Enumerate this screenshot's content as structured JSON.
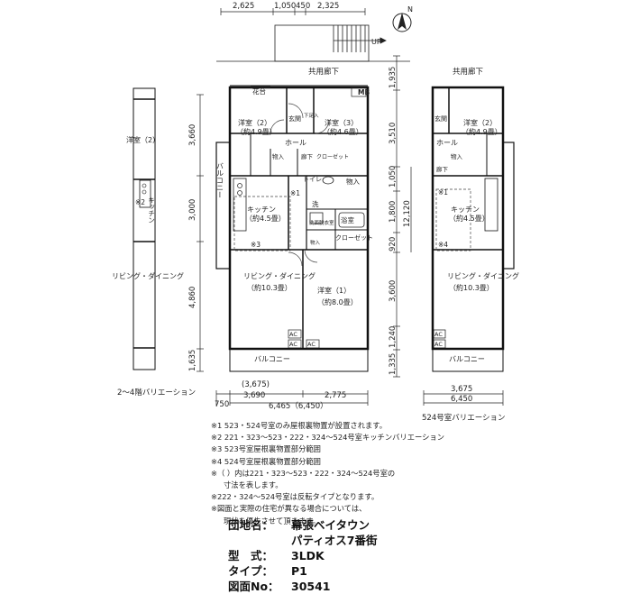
{
  "dims": {
    "top": [
      "2,625",
      "1,050",
      "450",
      "2,325"
    ],
    "left": [
      "3,660",
      "3,000",
      "4,860",
      "1,635"
    ],
    "right": [
      "1,935",
      "3,510",
      "1,050",
      "1,800",
      "920",
      "3,600",
      "1,240",
      "1,335"
    ],
    "right_total": "12,120",
    "bottom": [
      "(3,675)",
      "3,690",
      "2,775"
    ],
    "bottom_total": "6,465（6,450）",
    "bottom_left": "750",
    "variant524": [
      "3,675",
      "6,450"
    ]
  },
  "rooms": {
    "corridor": "共用廊下",
    "flowerbed": "花台",
    "mb": "MB",
    "genkan": "玄関",
    "shoebox": "下足入",
    "youshitsu2": "洋室（2）",
    "youshitsu2_area": "（約4.9畳）",
    "youshitsu3": "洋室（3）",
    "youshitsu3_area": "（約4.6畳）",
    "hall": "ホール",
    "storage": "物入",
    "closet": "クローゼット",
    "corridor2": "廊下",
    "toilet": "トイレ",
    "balcony_v": "バルコニー",
    "kitchen": "キッチン",
    "kitchen_area": "（約4.5畳）",
    "wash": "洗",
    "washroom": "洗面脱衣室",
    "bath": "浴室",
    "living": "リビング・ダイニング",
    "living_area": "（約10.3畳）",
    "youshitsu1": "洋室（1）",
    "youshitsu1_area": "（約8.0畳）",
    "balcony": "バルコニー",
    "ac": "AC",
    "up": "UP",
    "mark1": "※1",
    "mark2": "※2",
    "mark3": "※3",
    "mark4": "※4"
  },
  "captions": {
    "left": "2〜4階バリエーション",
    "right": "524号室バリエーション"
  },
  "notes": [
    "※1 523・524号室のみ屋根裏物置が設置されます。",
    "※2 221・323〜523・222・324〜524号室キッチンバリエーション",
    "※3 523号室屋根裏物置部分範囲",
    "※4 524号室屋根裏物置部分範囲",
    "※（ ）内は221・323〜523・222・324〜524号室の",
    "寸法を表します。",
    "※222・324〜524号室は反転タイプとなります。",
    "※図面と実際の住宅が異なる場合については、",
    "現状を優先させて頂きます。"
  ],
  "info": {
    "name_label": "団地名：",
    "name_1": "幕張ベイタウン",
    "name_2": "パティオス7番街",
    "type_label": "型　式：",
    "type_value": "3LDK",
    "style_label": "タイプ：",
    "style_value": "P1",
    "no_label": "図面No：",
    "no_value": "30541"
  }
}
